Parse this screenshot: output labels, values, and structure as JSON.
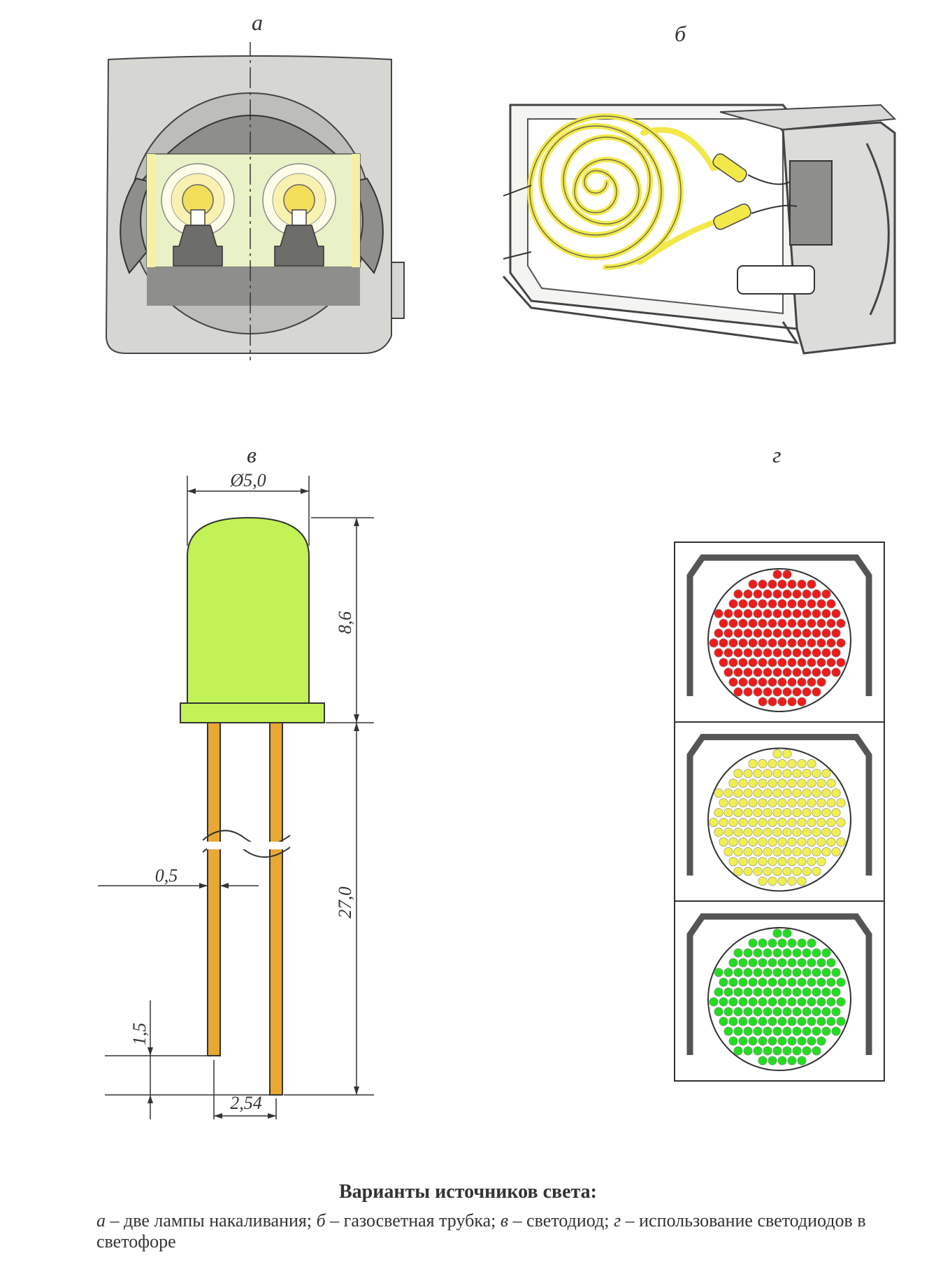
{
  "panels": {
    "a": {
      "letter": "а"
    },
    "b": {
      "letter": "б"
    },
    "v": {
      "letter": "в",
      "dimensions": {
        "diameter": "Ø5,0",
        "height": "8,6",
        "lead_length": "27,0",
        "lead_width": "0,5",
        "lead_offset": "1,5",
        "pitch": "2,54"
      }
    },
    "g": {
      "letter": "г"
    }
  },
  "caption": {
    "title": "Варианты источников света:",
    "items": [
      {
        "letter": "а",
        "text": " – две лампы накаливания; "
      },
      {
        "letter": "б",
        "text": " – газосветная трубка; "
      },
      {
        "letter": "в",
        "text": " – светодиод; "
      },
      {
        "letter": "г",
        "text": " – использование светодиодов в светофоре"
      }
    ]
  },
  "colors": {
    "housing": "#d6d6d2",
    "visor": "#8e8e8c",
    "lamp_glow": "#eef3c4",
    "bulb": "#f3de5a",
    "tube": "#f2e84a",
    "led_body": "#c2f256",
    "lead": "#e9a733",
    "red": "#ee1b1b",
    "yellow": "#f0ef50",
    "green": "#22dd1f"
  }
}
